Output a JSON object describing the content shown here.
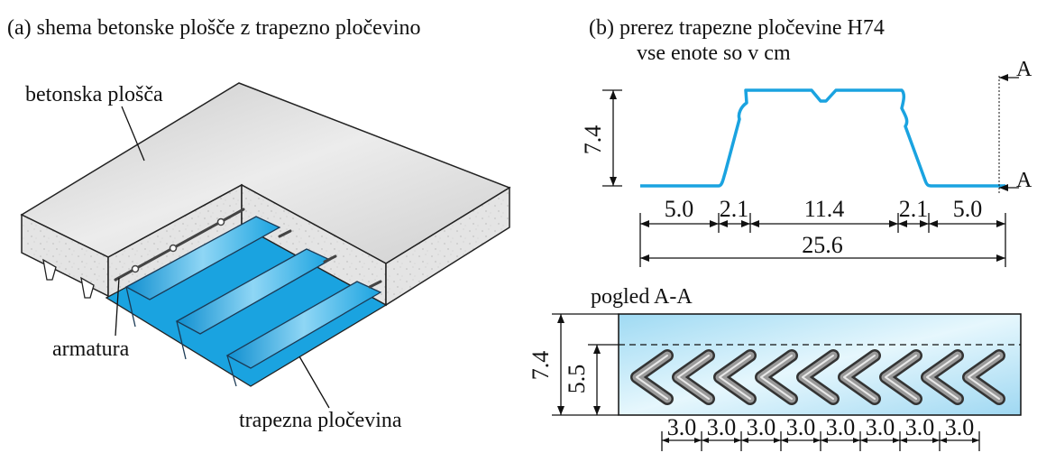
{
  "panel_a": {
    "title": "(a) shema betonske plošče z trapezno pločevino",
    "label_slab": "betonska plošča",
    "label_rebar": "armatura",
    "label_deck": "trapezna pločevina"
  },
  "panel_b": {
    "title": "(b) prerez trapezne pločevine H74",
    "subtitle": "vse enote so v cm",
    "section_mark": "A",
    "height": "7.4",
    "widths": [
      "5.0",
      "2.1",
      "11.4",
      "2.1",
      "5.0"
    ],
    "total_width": "25.6"
  },
  "view_aa": {
    "title": "pogled A-A",
    "height_total": "7.4",
    "height_ribs": "5.5",
    "rib_spacing": [
      "3.0",
      "3.0",
      "3.0",
      "3.0",
      "3.0",
      "3.0",
      "3.0",
      "3.0"
    ]
  },
  "colors": {
    "deck_blue": "#1aa3e0",
    "deck_light": "#b8e6f8",
    "slab_gray": "#d9d9d9",
    "concrete_face": "#e6e6e6"
  }
}
